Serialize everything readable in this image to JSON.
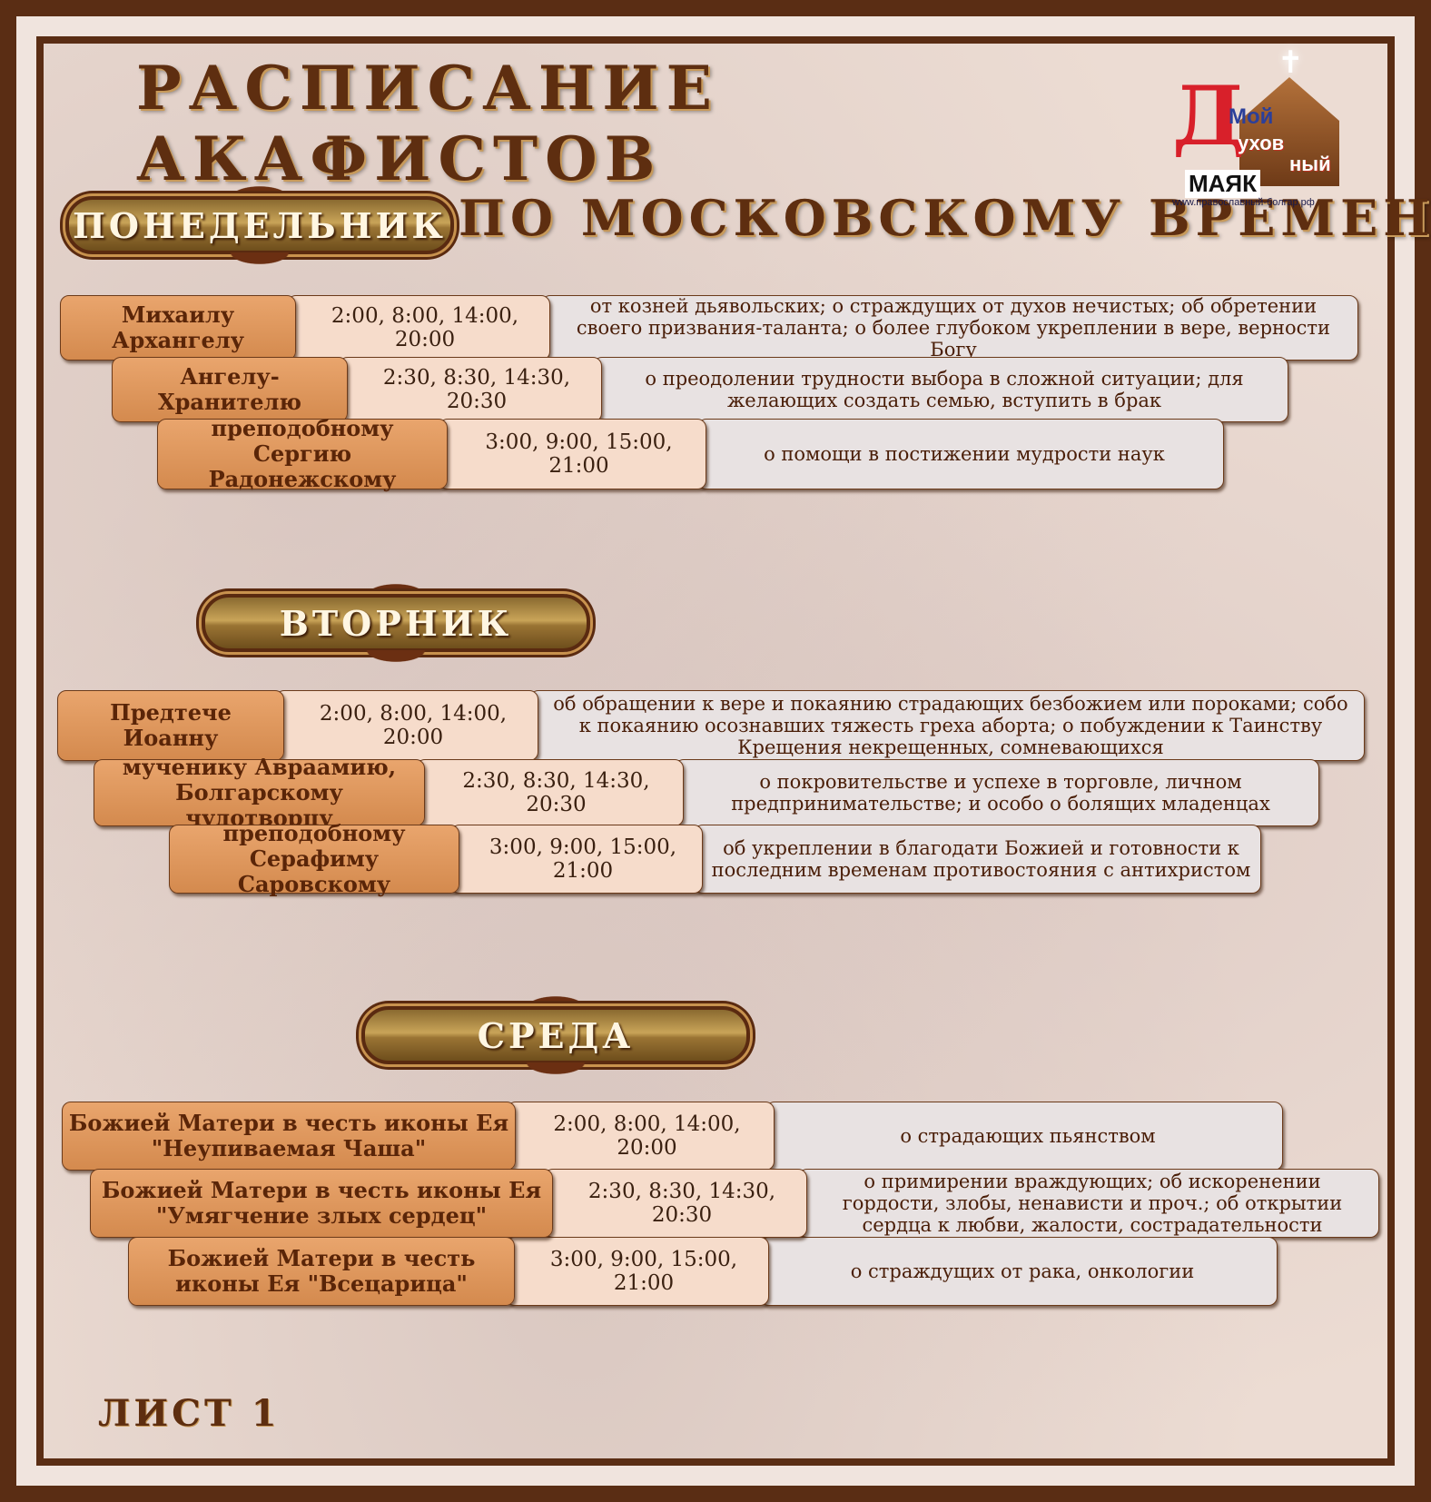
{
  "header": {
    "title": "Расписание Акафистов",
    "subtitle": "по московскому времени"
  },
  "logo": {
    "big_letter": "Д",
    "line1": "Мой",
    "line2": "ухов",
    "line3": "ный",
    "line4": "МАЯК",
    "url": "www.православный-болгар.рф"
  },
  "days": [
    {
      "label": "Понедельник",
      "rows": [
        {
          "name": "Михаилу Архангелу",
          "times": "2:00, 8:00, 14:00, 20:00",
          "desc": "от козней дьявольских; о страждущих от духов нечистых; об обретении своего призвания-таланта; о более глубоком укреплении в вере, верности Богу"
        },
        {
          "name": "Ангелу-Хранителю",
          "times": "2:30, 8:30, 14:30, 20:30",
          "desc": "о преодолении трудности выбора в сложной ситуации; для желающих создать семью, вступить в брак"
        },
        {
          "name": "преподобному Сергию Радонежскому",
          "times": "3:00, 9:00, 15:00, 21:00",
          "desc": "о помощи в постижении мудрости наук"
        }
      ]
    },
    {
      "label": "Вторник",
      "rows": [
        {
          "name": "Предтече Иоанну",
          "times": "2:00, 8:00, 14:00, 20:00",
          "desc": "об обращении к вере и покаянию страдающих безбожием или пороками; собо к покаянию осознавших тяжесть греха аборта; о побуждении к Таинству Крещения некрещенных, сомневающихся"
        },
        {
          "name": "мученику Авраамию, Болгарскому чудотворцу",
          "times": "2:30, 8:30, 14:30, 20:30",
          "desc": "о покровительстве и успехе в торговле, личном предпринимательстве; и особо о болящих младенцах"
        },
        {
          "name": "преподобному Серафиму Саровскому",
          "times": "3:00, 9:00, 15:00, 21:00",
          "desc": "об укреплении в благодати Божией и готовности к последним временам противостояния с антихристом"
        }
      ]
    },
    {
      "label": "Среда",
      "rows": [
        {
          "name": "Божией Матери в честь иконы Ея \"Неупиваемая Чаша\"",
          "times": "2:00, 8:00, 14:00, 20:00",
          "desc": "о страдающих пьянством"
        },
        {
          "name": "Божией Матери в честь иконы Ея \"Умягчение злых сердец\"",
          "times": "2:30, 8:30, 14:30, 20:30",
          "desc": "о примирении враждующих; об искоренении гордости, злобы, ненависти и проч.; об открытии сердца к любви, жалости, сострадательности"
        },
        {
          "name": "Божией Матери в честь иконы Ея \"Всецарица\"",
          "times": "3:00, 9:00, 15:00, 21:00",
          "desc": "о страждущих от рака, онкологии"
        }
      ]
    }
  ],
  "footer": {
    "sheet": "Лист 1"
  },
  "colors": {
    "frame": "#5a2d14",
    "name_cell": "#e29c62",
    "time_cell": "#f6dccb",
    "desc_cell": "#e8e2e2",
    "title_text": "#5e2e10"
  }
}
